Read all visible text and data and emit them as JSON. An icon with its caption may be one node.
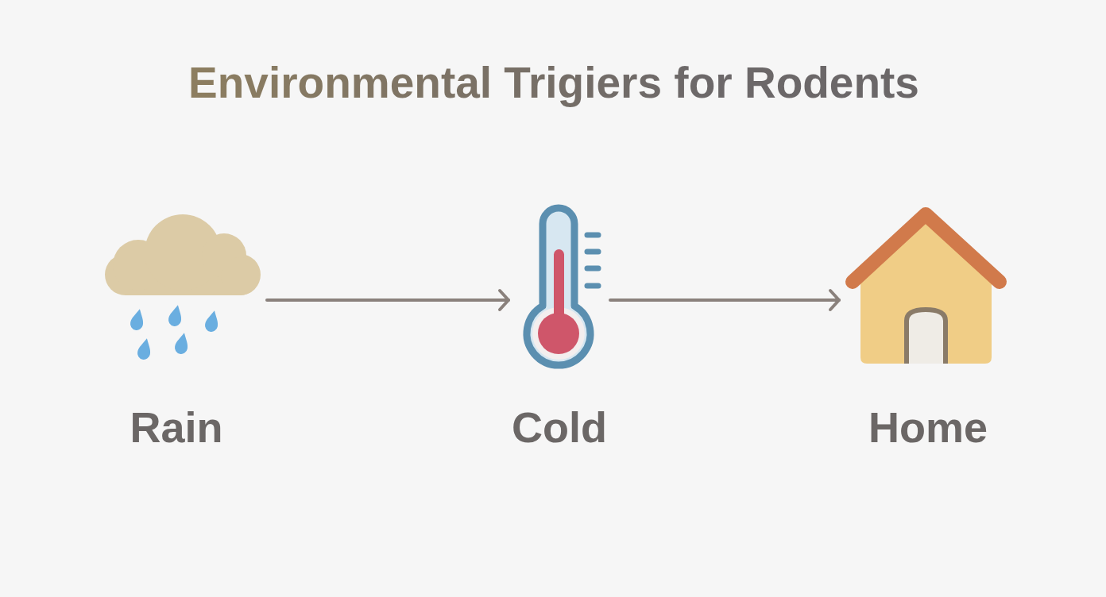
{
  "diagram": {
    "title": "Environmental Trigiers for Rodents",
    "nodes": [
      {
        "text": [
          "Rain"
        ]
      },
      {
        "text": [
          "Cold"
        ]
      },
      {
        "text": [
          "Home"
        ]
      }
    ],
    "edges": [
      {
        "from": 0,
        "to": 1,
        "arrow": "to"
      },
      {
        "from": 1,
        "to": 2,
        "arrow": "to"
      }
    ]
  }
}
